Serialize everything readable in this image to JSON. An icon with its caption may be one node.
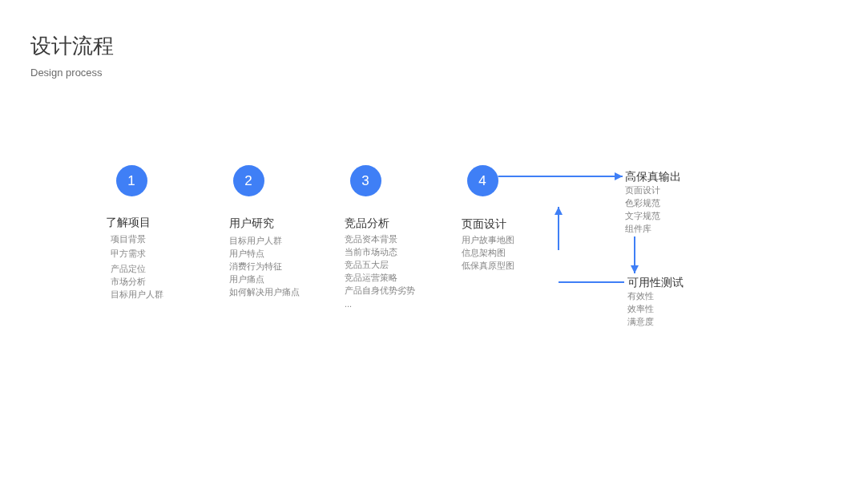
{
  "diagram": {
    "title": "设计流程",
    "nodes": [
      {
        "text": [
          "1"
        ],
        "beside": [
          "了解项目",
          "项目背景",
          "甲方需求",
          "产品定位",
          "市场分析",
          "目标用户人群"
        ]
      },
      {
        "text": [
          "2"
        ],
        "beside": [
          "用户研究",
          "目标用户人群",
          "用户特点",
          "消费行为特征",
          "用户痛点",
          "如何解决用户痛点"
        ]
      },
      {
        "text": [
          "3"
        ],
        "beside": [
          "竞品分析",
          "竞品资本背景",
          "当前市场动态",
          "竞品五大层",
          "竞品运营策略",
          "产品自身优势劣势",
          "..."
        ]
      },
      {
        "text": [
          "4"
        ],
        "beside": [
          "页面设计",
          "用户故事地图",
          "信息架构图",
          "低保真原型图"
        ]
      },
      {
        "text": [
          "高保真输出",
          "页面设计",
          "色彩规范",
          "文字规范",
          "组件库"
        ]
      },
      {
        "text": [
          "可用性测试",
          "有效性",
          "效率性",
          "满意度"
        ]
      }
    ],
    "edges": [
      {
        "from": 3,
        "to": 4,
        "arrow": "to"
      },
      {
        "from": 4,
        "to": 5,
        "arrow": "to"
      },
      {
        "from": 5,
        "to": null,
        "arrow": "to"
      }
    ],
    "labels": [
      "Design process"
    ]
  }
}
